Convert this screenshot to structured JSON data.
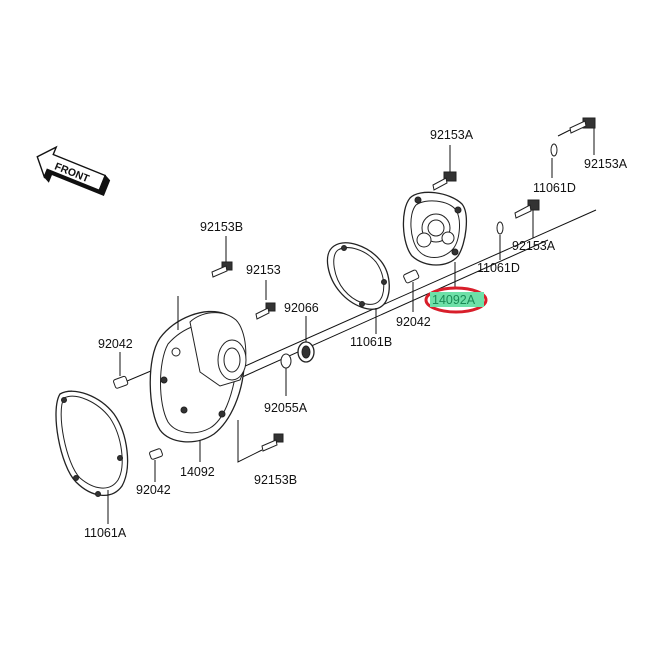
{
  "front_label": "FRONT",
  "highlight": {
    "part_number": "14092A",
    "fill": "#6ee0a8",
    "ring": "#d81e2a"
  },
  "parts": {
    "p92153A_top": "92153A",
    "p92153A_right": "92153A",
    "p92153A_mid": "92153A",
    "p11061D_top": "11061D",
    "p11061D_mid": "11061D",
    "p92042_mid": "92042",
    "p11061B": "11061B",
    "p92153B_top": "92153B",
    "p92153": "92153",
    "p92066": "92066",
    "p92055A": "92055A",
    "p92042_left": "92042",
    "p92042_bottom": "92042",
    "p14092": "14092",
    "p92153B_bottom": "92153B",
    "p11061A": "11061A"
  }
}
